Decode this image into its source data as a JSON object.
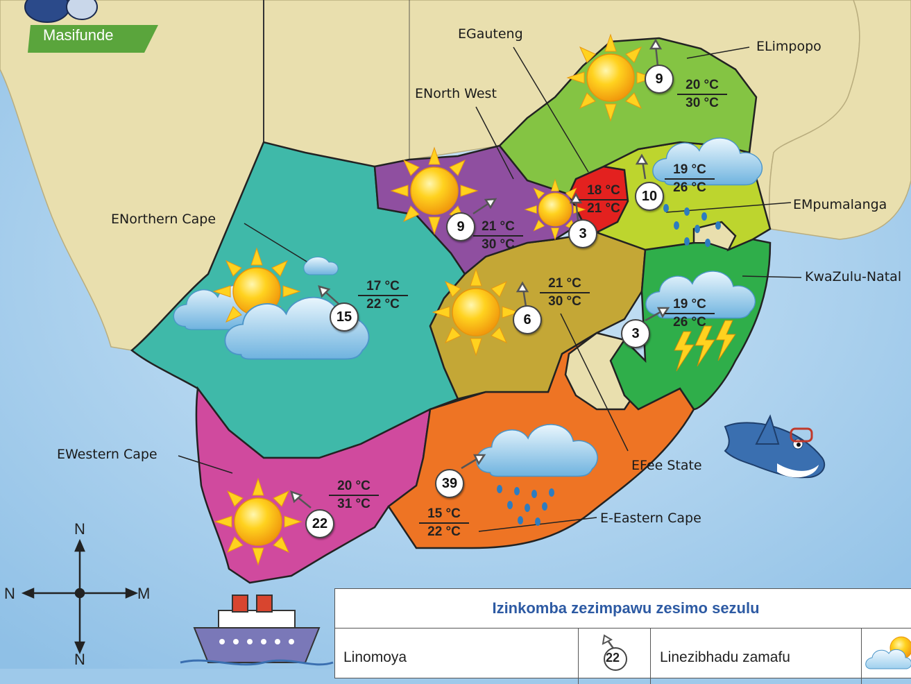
{
  "badge": {
    "text": "Masifunde",
    "color": "#5aa53c"
  },
  "colors": {
    "sea": "#9ec9ea",
    "land_other": "#e9dfae",
    "northern_cape": "#3fb9a9",
    "western_cape": "#d04a9e",
    "eastern_cape": "#ee7424",
    "free_state": "#c4a736",
    "kwazulu_natal": "#2fae4a",
    "mpumalanga": "#bdd52e",
    "gauteng": "#e3211f",
    "north_west": "#8f4fa0",
    "limpopo": "#84c443",
    "lesotho": "#e9dfae"
  },
  "provinces": [
    {
      "id": "limpopo",
      "label": "ELimpopo",
      "wind": "9",
      "temp_top": "20 °C",
      "temp_bottom": "30 °C",
      "icon": "sun-icon"
    },
    {
      "id": "gauteng",
      "label": "EGauteng",
      "wind": "3",
      "temp_top": "18 °C",
      "temp_bottom": "21 °C",
      "icon": "sun-icon"
    },
    {
      "id": "north_west",
      "label": "ENorth West",
      "wind": "9",
      "temp_top": "21 °C",
      "temp_bottom": "30 °C",
      "icon": "sun-icon"
    },
    {
      "id": "mpumalanga",
      "label": "EMpumalanga",
      "wind": "10",
      "temp_top": "19 °C",
      "temp_bottom": "26 °C",
      "icon": "rain-cloud-icon"
    },
    {
      "id": "northern_cape",
      "label": "ENorthern Cape",
      "wind": "15",
      "temp_top": "17 °C",
      "temp_bottom": "22 °C",
      "icon": "partly-cloudy-icon"
    },
    {
      "id": "kwazulu_natal",
      "label": "KwaZulu-Natal",
      "wind": "3",
      "temp_top": "19 °C",
      "temp_bottom": "26 °C",
      "icon": "thunderstorm-icon"
    },
    {
      "id": "free_state",
      "label": "EFee State",
      "wind": "6",
      "temp_top": "21 °C",
      "temp_bottom": "30 °C",
      "icon": "sun-icon"
    },
    {
      "id": "western_cape",
      "label": "EWestern Cape",
      "wind": "22",
      "temp_top": "20 °C",
      "temp_bottom": "31 °C",
      "icon": "sun-icon"
    },
    {
      "id": "eastern_cape",
      "label": "E-Eastern Cape",
      "wind": "39",
      "temp_top": "15 °C",
      "temp_bottom": "22 °C",
      "icon": "rain-cloud-icon"
    }
  ],
  "compass": {
    "north": "N",
    "south": "N",
    "west": "N",
    "east": "M"
  },
  "legend": {
    "title": "Izinkomba zezimpawu zesimo sezulu",
    "row1_label": "Linomoya",
    "row1_wind": "22",
    "row2_label": "Linezibhadu zamafu",
    "title_color": "#2d5aa3"
  }
}
